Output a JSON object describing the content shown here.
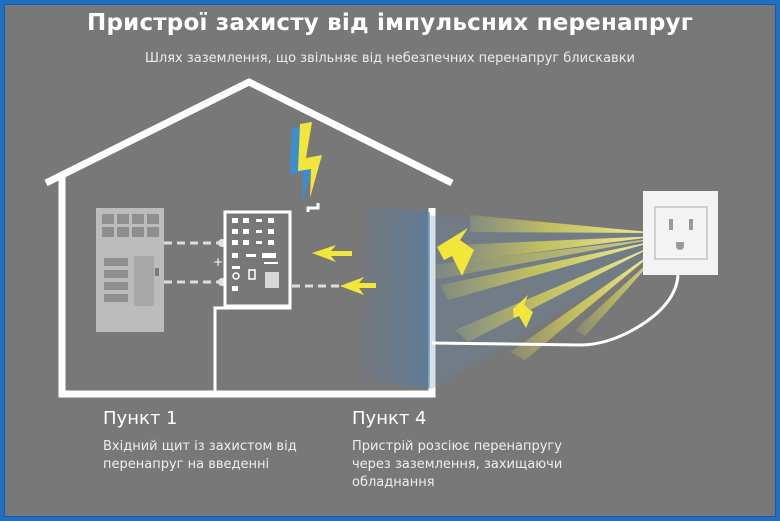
{
  "header": {
    "title": "Пристрої захисту від імпульсних перенапруг",
    "subtitle": "Шлях заземлення, що звільняє від небезпечних перенапруг блискавки"
  },
  "points": [
    {
      "heading": "Пункт 1",
      "text": "Вхідний щит із захистом від перенапруг на введенні"
    },
    {
      "heading": "Пункт 4",
      "text": "Пристрій розсіює перенапругу через заземлення, захищаючи обладнання"
    }
  ],
  "colors": {
    "background": "#787878",
    "line": "#ffffff",
    "lightning": "#f2e63a",
    "lightning_shadow": "#3b8fd0",
    "rays": "#f5ee55",
    "panel": "#bdbdbd"
  },
  "icons": {
    "lightning": "lightning-bolt-icon",
    "outlet": "power-outlet-icon",
    "arrow": "arrow-left-icon"
  }
}
